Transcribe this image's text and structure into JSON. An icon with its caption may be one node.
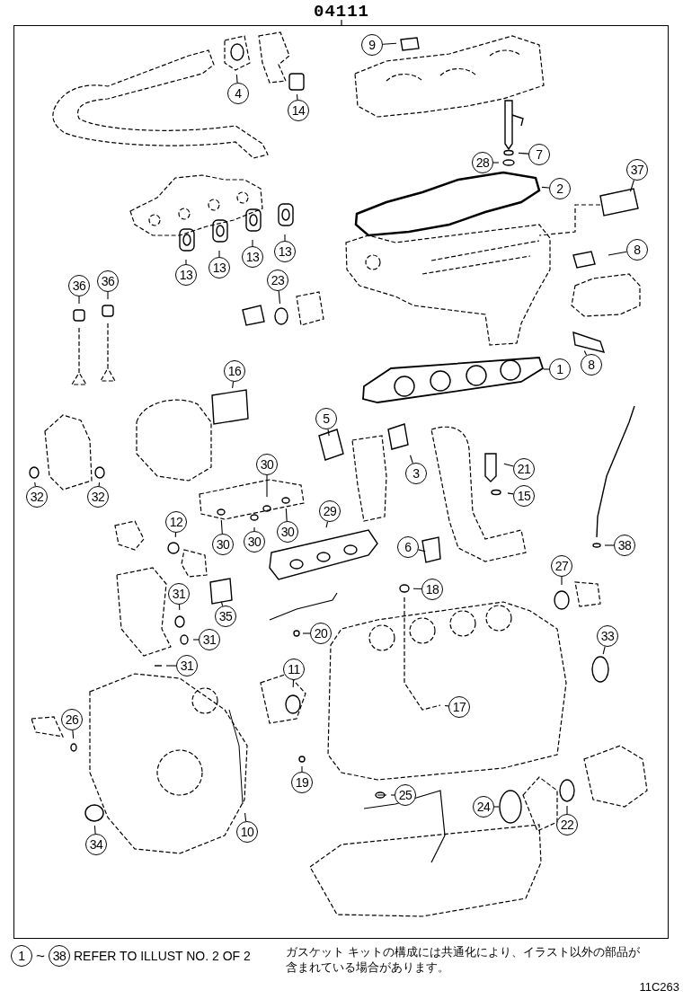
{
  "diagram": {
    "title": "04111",
    "nodes": [
      {
        "text": [
          "9"
        ]
      },
      {
        "text": [
          "4"
        ]
      },
      {
        "text": [
          "14"
        ]
      },
      {
        "text": [
          "7"
        ]
      },
      {
        "text": [
          "28"
        ]
      },
      {
        "text": [
          "37"
        ]
      },
      {
        "text": [
          "2"
        ]
      },
      {
        "text": [
          "8"
        ]
      },
      {
        "text": [
          "13"
        ]
      },
      {
        "text": [
          "13"
        ]
      },
      {
        "text": [
          "13"
        ]
      },
      {
        "text": [
          "13"
        ]
      },
      {
        "text": [
          "23"
        ]
      },
      {
        "text": [
          "36"
        ]
      },
      {
        "text": [
          "36"
        ]
      },
      {
        "text": [
          "8"
        ]
      },
      {
        "text": [
          "1"
        ]
      },
      {
        "text": [
          "16"
        ]
      },
      {
        "text": [
          "5"
        ]
      },
      {
        "text": [
          "30"
        ]
      },
      {
        "text": [
          "21"
        ]
      },
      {
        "text": [
          "3"
        ]
      },
      {
        "text": [
          "15"
        ]
      },
      {
        "text": [
          "32"
        ]
      },
      {
        "text": [
          "32"
        ]
      },
      {
        "text": [
          "29"
        ]
      },
      {
        "text": [
          "12"
        ]
      },
      {
        "text": [
          "30"
        ]
      },
      {
        "text": [
          "30"
        ]
      },
      {
        "text": [
          "30"
        ]
      },
      {
        "text": [
          "6"
        ]
      },
      {
        "text": [
          "38"
        ]
      },
      {
        "text": [
          "27"
        ]
      },
      {
        "text": [
          "18"
        ]
      },
      {
        "text": [
          "31"
        ]
      },
      {
        "text": [
          "35"
        ]
      },
      {
        "text": [
          "20"
        ]
      },
      {
        "text": [
          "33"
        ]
      },
      {
        "text": [
          "31"
        ]
      },
      {
        "text": [
          "31"
        ]
      },
      {
        "text": [
          "11"
        ]
      },
      {
        "text": [
          "17"
        ]
      },
      {
        "text": [
          "26"
        ]
      },
      {
        "text": [
          "19"
        ]
      },
      {
        "text": [
          "25"
        ]
      },
      {
        "text": [
          "24"
        ]
      },
      {
        "text": [
          "22"
        ]
      },
      {
        "text": [
          "10"
        ]
      },
      {
        "text": [
          "34"
        ]
      },
      {
        "text": [
          "1"
        ]
      },
      {
        "text": [
          "38"
        ]
      }
    ],
    "edges": [
      {
        "from": 0,
        "to": null,
        "arrow": "none"
      },
      {
        "from": 1,
        "to": null,
        "arrow": "none"
      },
      {
        "from": 2,
        "to": null,
        "arrow": "none"
      },
      {
        "from": 3,
        "to": null,
        "arrow": "none"
      },
      {
        "from": 4,
        "to": null,
        "arrow": "none"
      },
      {
        "from": 5,
        "to": null,
        "arrow": "none"
      },
      {
        "from": 6,
        "to": null,
        "arrow": "none"
      },
      {
        "from": 7,
        "to": null,
        "arrow": "none"
      },
      {
        "from": 8,
        "to": null,
        "arrow": "none"
      },
      {
        "from": 9,
        "to": null,
        "arrow": "none"
      },
      {
        "from": 10,
        "to": null,
        "arrow": "none"
      },
      {
        "from": 11,
        "to": null,
        "arrow": "none"
      },
      {
        "from": 12,
        "to": null,
        "arrow": "none"
      },
      {
        "from": 13,
        "to": null,
        "arrow": "none"
      },
      {
        "from": 14,
        "to": null,
        "arrow": "none"
      },
      {
        "from": 15,
        "to": null,
        "arrow": "none"
      },
      {
        "from": 16,
        "to": null,
        "arrow": "none"
      },
      {
        "from": 17,
        "to": null,
        "arrow": "none"
      },
      {
        "from": 18,
        "to": null,
        "arrow": "none"
      },
      {
        "from": 19,
        "to": null,
        "arrow": "none"
      },
      {
        "from": 20,
        "to": null,
        "arrow": "none"
      },
      {
        "from": 21,
        "to": null,
        "arrow": "none"
      },
      {
        "from": 22,
        "to": null,
        "arrow": "none"
      },
      {
        "from": 23,
        "to": null,
        "arrow": "none"
      },
      {
        "from": 24,
        "to": null,
        "arrow": "none"
      },
      {
        "from": 25,
        "to": null,
        "arrow": "none"
      },
      {
        "from": 26,
        "to": null,
        "arrow": "none"
      },
      {
        "from": 27,
        "to": null,
        "arrow": "none"
      },
      {
        "from": 28,
        "to": null,
        "arrow": "none"
      },
      {
        "from": 29,
        "to": null,
        "arrow": "none"
      },
      {
        "from": 30,
        "to": null,
        "arrow": "none"
      },
      {
        "from": 31,
        "to": null,
        "arrow": "none"
      },
      {
        "from": 32,
        "to": null,
        "arrow": "none"
      },
      {
        "from": 33,
        "to": null,
        "arrow": "none"
      },
      {
        "from": 34,
        "to": null,
        "arrow": "none"
      },
      {
        "from": 35,
        "to": null,
        "arrow": "none"
      },
      {
        "from": 36,
        "to": null,
        "arrow": "none"
      },
      {
        "from": 37,
        "to": null,
        "arrow": "none"
      },
      {
        "from": 38,
        "to": null,
        "arrow": "none"
      },
      {
        "from": 39,
        "to": null,
        "arrow": "none"
      },
      {
        "from": 40,
        "to": null,
        "arrow": "none"
      },
      {
        "from": 41,
        "to": null,
        "arrow": "none"
      },
      {
        "from": 42,
        "to": null,
        "arrow": "none"
      },
      {
        "from": 43,
        "to": null,
        "arrow": "none"
      },
      {
        "from": 44,
        "to": null,
        "arrow": "none"
      },
      {
        "from": 45,
        "to": null,
        "arrow": "none"
      },
      {
        "from": 46,
        "to": null,
        "arrow": "none"
      },
      {
        "from": 47,
        "to": null,
        "arrow": "none"
      },
      {
        "from": 48,
        "to": null,
        "arrow": "none"
      }
    ],
    "labels": [
      "~",
      "REFER TO ILLUST NO. 2 OF 2",
      "ガスケット キットの構成には共通化により、イラスト以外の部品が含まれている場合があります。",
      "11C263"
    ]
  }
}
